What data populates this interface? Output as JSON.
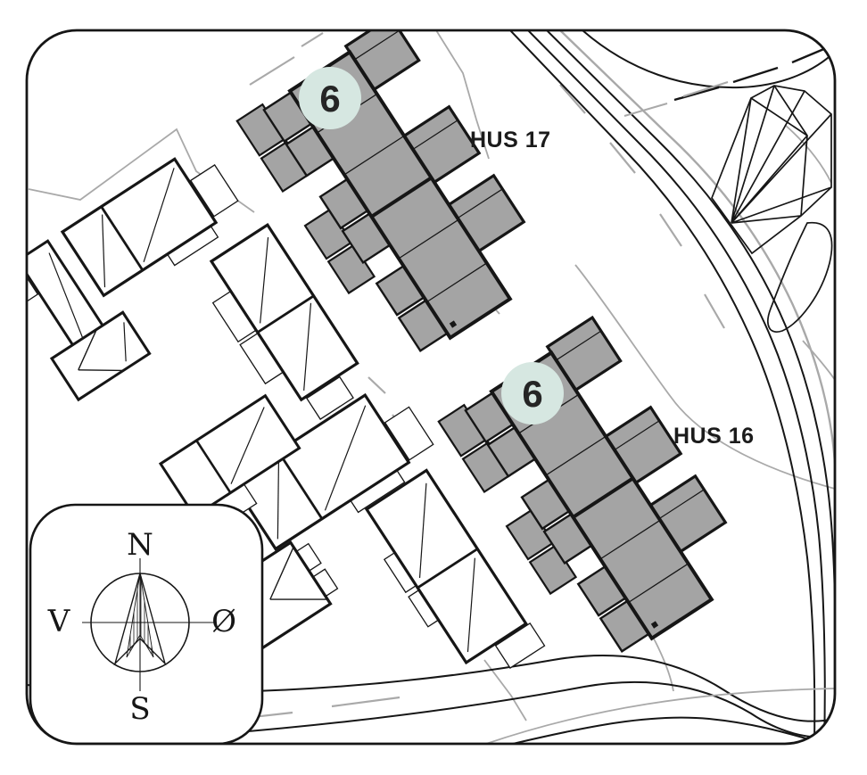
{
  "plan": {
    "type": "site-plan",
    "buildings": [
      {
        "id": "hus-17",
        "label": "HUS 17",
        "badge": "6"
      },
      {
        "id": "hus-16",
        "label": "HUS 16",
        "badge": "6"
      }
    ],
    "compass": {
      "north": "N",
      "south": "S",
      "west": "V",
      "east": "Ø"
    },
    "colors": {
      "selected_fill": "#a4a4a4",
      "badge_fill": "#d6e7e1",
      "outline": "#161616",
      "boundary": "#a9a9a9",
      "background": "#ffffff"
    }
  }
}
